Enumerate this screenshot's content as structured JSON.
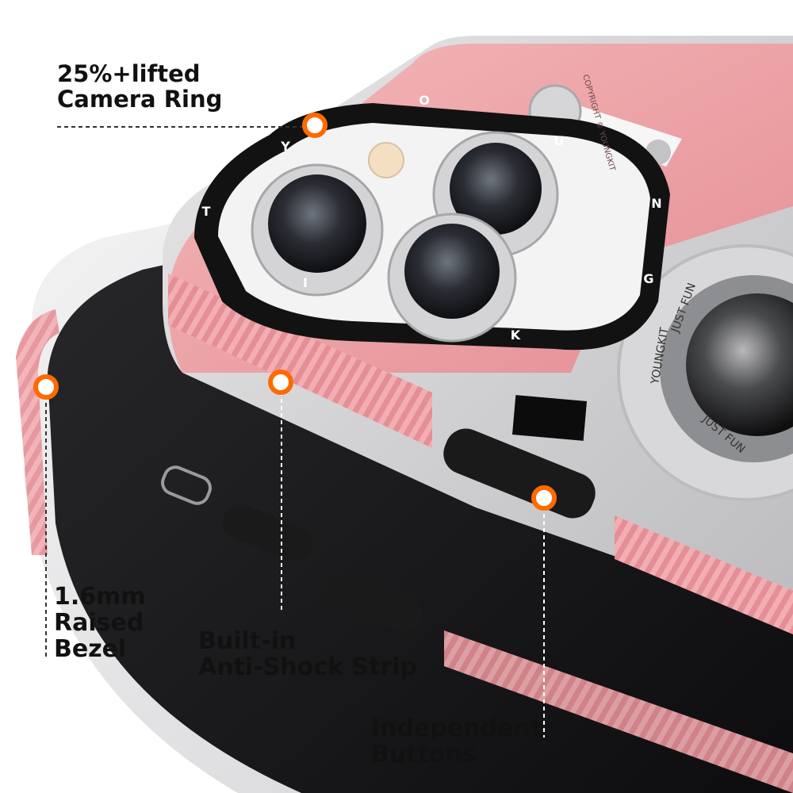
{
  "image": {
    "description_free": true,
    "colors": {
      "case_pink": "#f0a7aa",
      "case_pink_dark": "#e48f95",
      "clear_case": "#e9e9ea",
      "ring_black": "#111111",
      "marker_orange": "#ff6a00",
      "lens_metal": "#cfcfcf",
      "screen_dark": "#1d1d1f"
    }
  },
  "callouts": {
    "camera_ring": {
      "line1": "25%+lifted",
      "line2": "Camera Ring"
    },
    "raised_bezel": {
      "line1": "1.6mm",
      "line2": "Raised",
      "line3": "Bezel"
    },
    "anti_shock": {
      "line1": "Built-in",
      "line2": "Anti-Shock Strip"
    },
    "buttons": {
      "line1": "Independent",
      "line2": "Buttons"
    }
  },
  "ring_letters": [
    "T",
    "Y",
    "O",
    "U",
    "N",
    "G",
    "K",
    "I"
  ],
  "camera_lens_text": {
    "outer_a": "JUST FUN",
    "outer_b": "YOUNGKIT",
    "outer_c": "JUST FUN"
  },
  "case_print": {
    "copyright": "COPYRIGHT © YOUNGKIT"
  }
}
